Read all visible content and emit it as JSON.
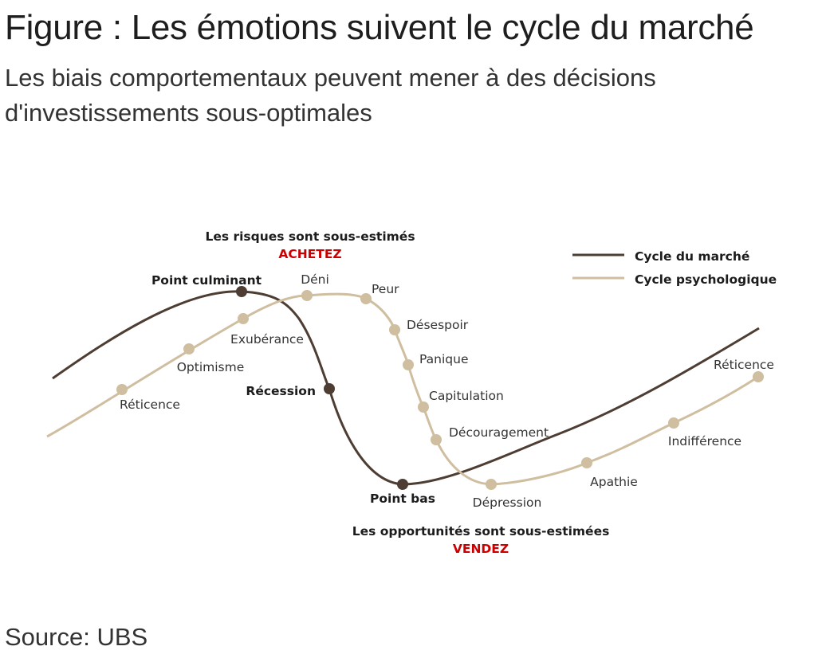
{
  "header": {
    "title": "Figure : Les émotions suivent le cycle du marché",
    "subtitle": "Les biais comportementaux peuvent mener à des décisions d'investissements sous-optimales"
  },
  "footer": {
    "source": "Source: UBS"
  },
  "colors": {
    "market": "#4d3d33",
    "psych": "#cfbe9f",
    "alert": "#cc0000"
  },
  "legend": {
    "market": "Cycle du marché",
    "psych": "Cycle psychologique"
  },
  "callouts": {
    "top_note": "Les risques sont sous-estimés",
    "top_action": "ACHETEZ",
    "bottom_note": "Les opportunités sont sous-estimées",
    "bottom_action": "VENDEZ"
  },
  "market_points": [
    {
      "label": "Point culminant"
    },
    {
      "label": "Récession"
    },
    {
      "label": "Point bas"
    }
  ],
  "psych_points": [
    {
      "label": "Réticence"
    },
    {
      "label": "Optimisme"
    },
    {
      "label": "Exubérance"
    },
    {
      "label": "Déni"
    },
    {
      "label": "Peur"
    },
    {
      "label": "Désespoir"
    },
    {
      "label": "Panique"
    },
    {
      "label": "Capitulation"
    },
    {
      "label": "Découragement"
    },
    {
      "label": "Dépression"
    },
    {
      "label": "Apathie"
    },
    {
      "label": "Indifférence"
    },
    {
      "label": "Réticence"
    }
  ]
}
